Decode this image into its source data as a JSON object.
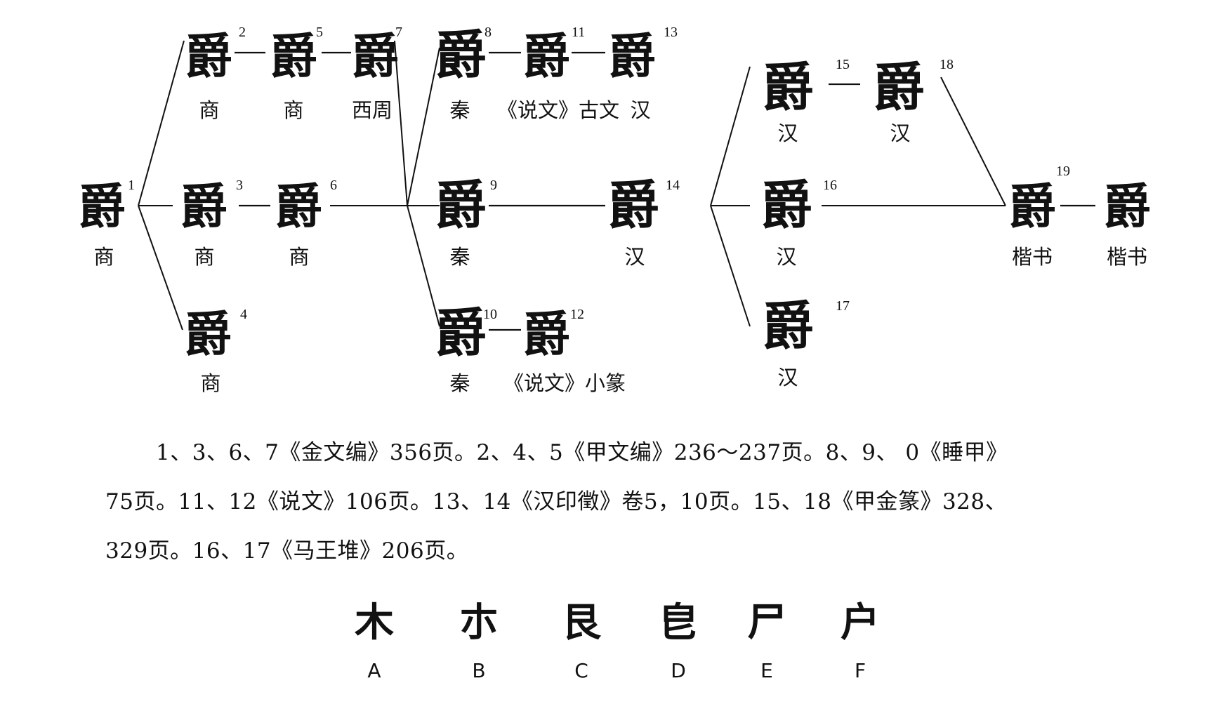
{
  "forms": [
    {
      "num": "1",
      "glyph": "爵",
      "era": "商"
    },
    {
      "num": "2",
      "glyph": "爵",
      "era": "商"
    },
    {
      "num": "3",
      "glyph": "爵",
      "era": "商"
    },
    {
      "num": "4",
      "glyph": "爵",
      "era": "商"
    },
    {
      "num": "5",
      "glyph": "爵",
      "era": "商"
    },
    {
      "num": "6",
      "glyph": "爵",
      "era": "商"
    },
    {
      "num": "7",
      "glyph": "爵",
      "era": "西周"
    },
    {
      "num": "8",
      "glyph": "爵",
      "era": "秦"
    },
    {
      "num": "9",
      "glyph": "爵",
      "era": "秦"
    },
    {
      "num": "10",
      "glyph": "爵",
      "era": "秦"
    },
    {
      "num": "11",
      "glyph": "爵",
      "era": "《说文》古文"
    },
    {
      "num": "12",
      "glyph": "爵",
      "era": "《说文》小篆"
    },
    {
      "num": "13",
      "glyph": "爵",
      "era": "汉"
    },
    {
      "num": "14",
      "glyph": "爵",
      "era": "汉"
    },
    {
      "num": "15",
      "glyph": "爵",
      "era": "汉"
    },
    {
      "num": "16",
      "glyph": "爵",
      "era": "汉"
    },
    {
      "num": "17",
      "glyph": "爵",
      "era": "汉"
    },
    {
      "num": "18",
      "glyph": "爵",
      "era": "汉"
    },
    {
      "num": "19",
      "glyph": "爵",
      "era": "楷书"
    },
    {
      "num": "",
      "glyph": "爵",
      "era": "楷书"
    }
  ],
  "sources": {
    "line1": "1、3、6、7《金文编》356页。2、4、5《甲文编》236～237页。8、9、 0《睡甲》",
    "line2": "75页。11、12《说文》106页。13、14《汉印徵》卷5，10页。15、18《甲金篆》328、",
    "line3": "329页。16、17《马王堆》206页。"
  },
  "options": [
    {
      "label": "A",
      "glyph": "木"
    },
    {
      "label": "B",
      "glyph": "朩"
    },
    {
      "label": "C",
      "glyph": "艮"
    },
    {
      "label": "D",
      "glyph": "皀"
    },
    {
      "label": "E",
      "glyph": "尸"
    },
    {
      "label": "F",
      "glyph": "户"
    }
  ]
}
